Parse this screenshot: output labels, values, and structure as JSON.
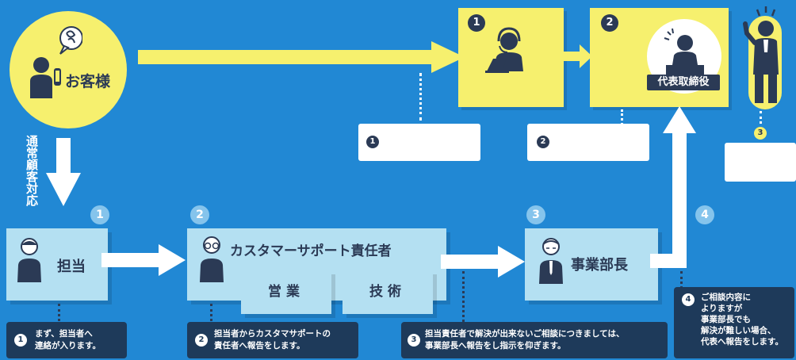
{
  "top": {
    "customer_label": "お客様",
    "ceo_label": "代表取締役",
    "step1_num": "1",
    "step2_num": "2",
    "step3_num": "3",
    "note1_num": "1",
    "note2_num": "2"
  },
  "side": {
    "vertical_text": "通常顧客対応"
  },
  "flow": {
    "steps": [
      {
        "num": "1",
        "label": "担当"
      },
      {
        "num": "2",
        "label": "カスタマーサポート責任者"
      },
      {
        "num": "3",
        "label": "事業部長"
      },
      {
        "num": "4",
        "label": ""
      }
    ],
    "sub_boxes": [
      "営業",
      "技術"
    ]
  },
  "notes": [
    {
      "num": "1",
      "line1": "まず、担当者へ",
      "line2": "連絡が入ります。"
    },
    {
      "num": "2",
      "line1": "担当者からカスタマサポートの",
      "line2": "責任者へ報告をします。"
    },
    {
      "num": "3",
      "line1": "担当責任者で解決が出来ないご相談につきましては、",
      "line2": "事業部長へ報告をし指示を仰ぎます。"
    },
    {
      "num": "4",
      "line1": "ご相談内容に",
      "line2": "よりますが",
      "line3": "事業部長でも",
      "line4": "解決が難しい場合、",
      "line5": "代表へ報告をします。"
    }
  ]
}
